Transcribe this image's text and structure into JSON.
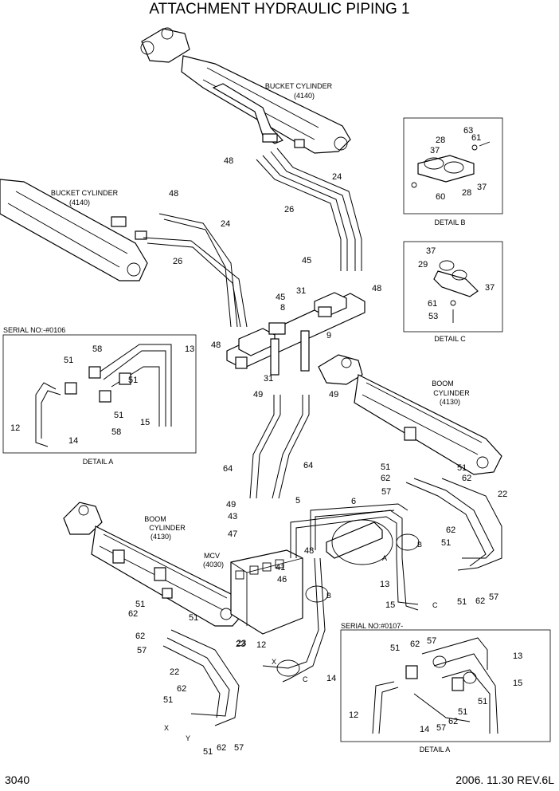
{
  "title": "ATTACHMENT HYDRAULIC PIPING 1",
  "page_number": "3040",
  "footer_date": "2006. 11.30  REV.6L",
  "components": {
    "bucket_cylinder_top": {
      "name": "BUCKET CYLINDER",
      "code": "(4140)"
    },
    "bucket_cylinder_left": {
      "name": "BUCKET CYLINDER",
      "code": "(4140)"
    },
    "boom_cylinder_right": {
      "name": "BOOM",
      "name2": "CYLINDER",
      "code": "(4130)"
    },
    "boom_cylinder_left": {
      "name": "BOOM",
      "name2": "CYLINDER",
      "code": "(4130)"
    },
    "mcv": {
      "name": "MCV",
      "code": "(4030)"
    }
  },
  "details": {
    "detail_a_left": {
      "caption": "DETAIL A",
      "serial": "SERIAL NO:-#0106"
    },
    "detail_a_right": {
      "caption": "DETAIL A",
      "serial": "SERIAL NO:#0107-"
    },
    "detail_b": {
      "caption": "DETAIL B"
    },
    "detail_c": {
      "caption": "DETAIL C"
    }
  },
  "letters": {
    "A": "A",
    "B": "B",
    "C": "C",
    "X": "X",
    "Y": "Y"
  },
  "callouts": [
    "48",
    "24",
    "26",
    "48",
    "24",
    "26",
    "45",
    "45",
    "8",
    "31",
    "9",
    "48",
    "48",
    "31",
    "49",
    "49",
    "64",
    "64",
    "58",
    "13",
    "51",
    "51",
    "51",
    "12",
    "14",
    "15",
    "58",
    "63",
    "61",
    "28",
    "37",
    "37",
    "60",
    "28",
    "37",
    "29",
    "37",
    "61",
    "53",
    "51",
    "62",
    "57",
    "51",
    "62",
    "22",
    "5",
    "6",
    "49",
    "43",
    "47",
    "48",
    "41",
    "46",
    "23",
    "62",
    "51",
    "13",
    "15",
    "51",
    "62",
    "57",
    "51",
    "62",
    "51",
    "62",
    "57",
    "23",
    "22",
    "62",
    "51",
    "51",
    "62",
    "57",
    "12",
    "14",
    "57",
    "62",
    "51",
    "13",
    "15",
    "51",
    "51",
    "62",
    "57",
    "12",
    "14"
  ]
}
